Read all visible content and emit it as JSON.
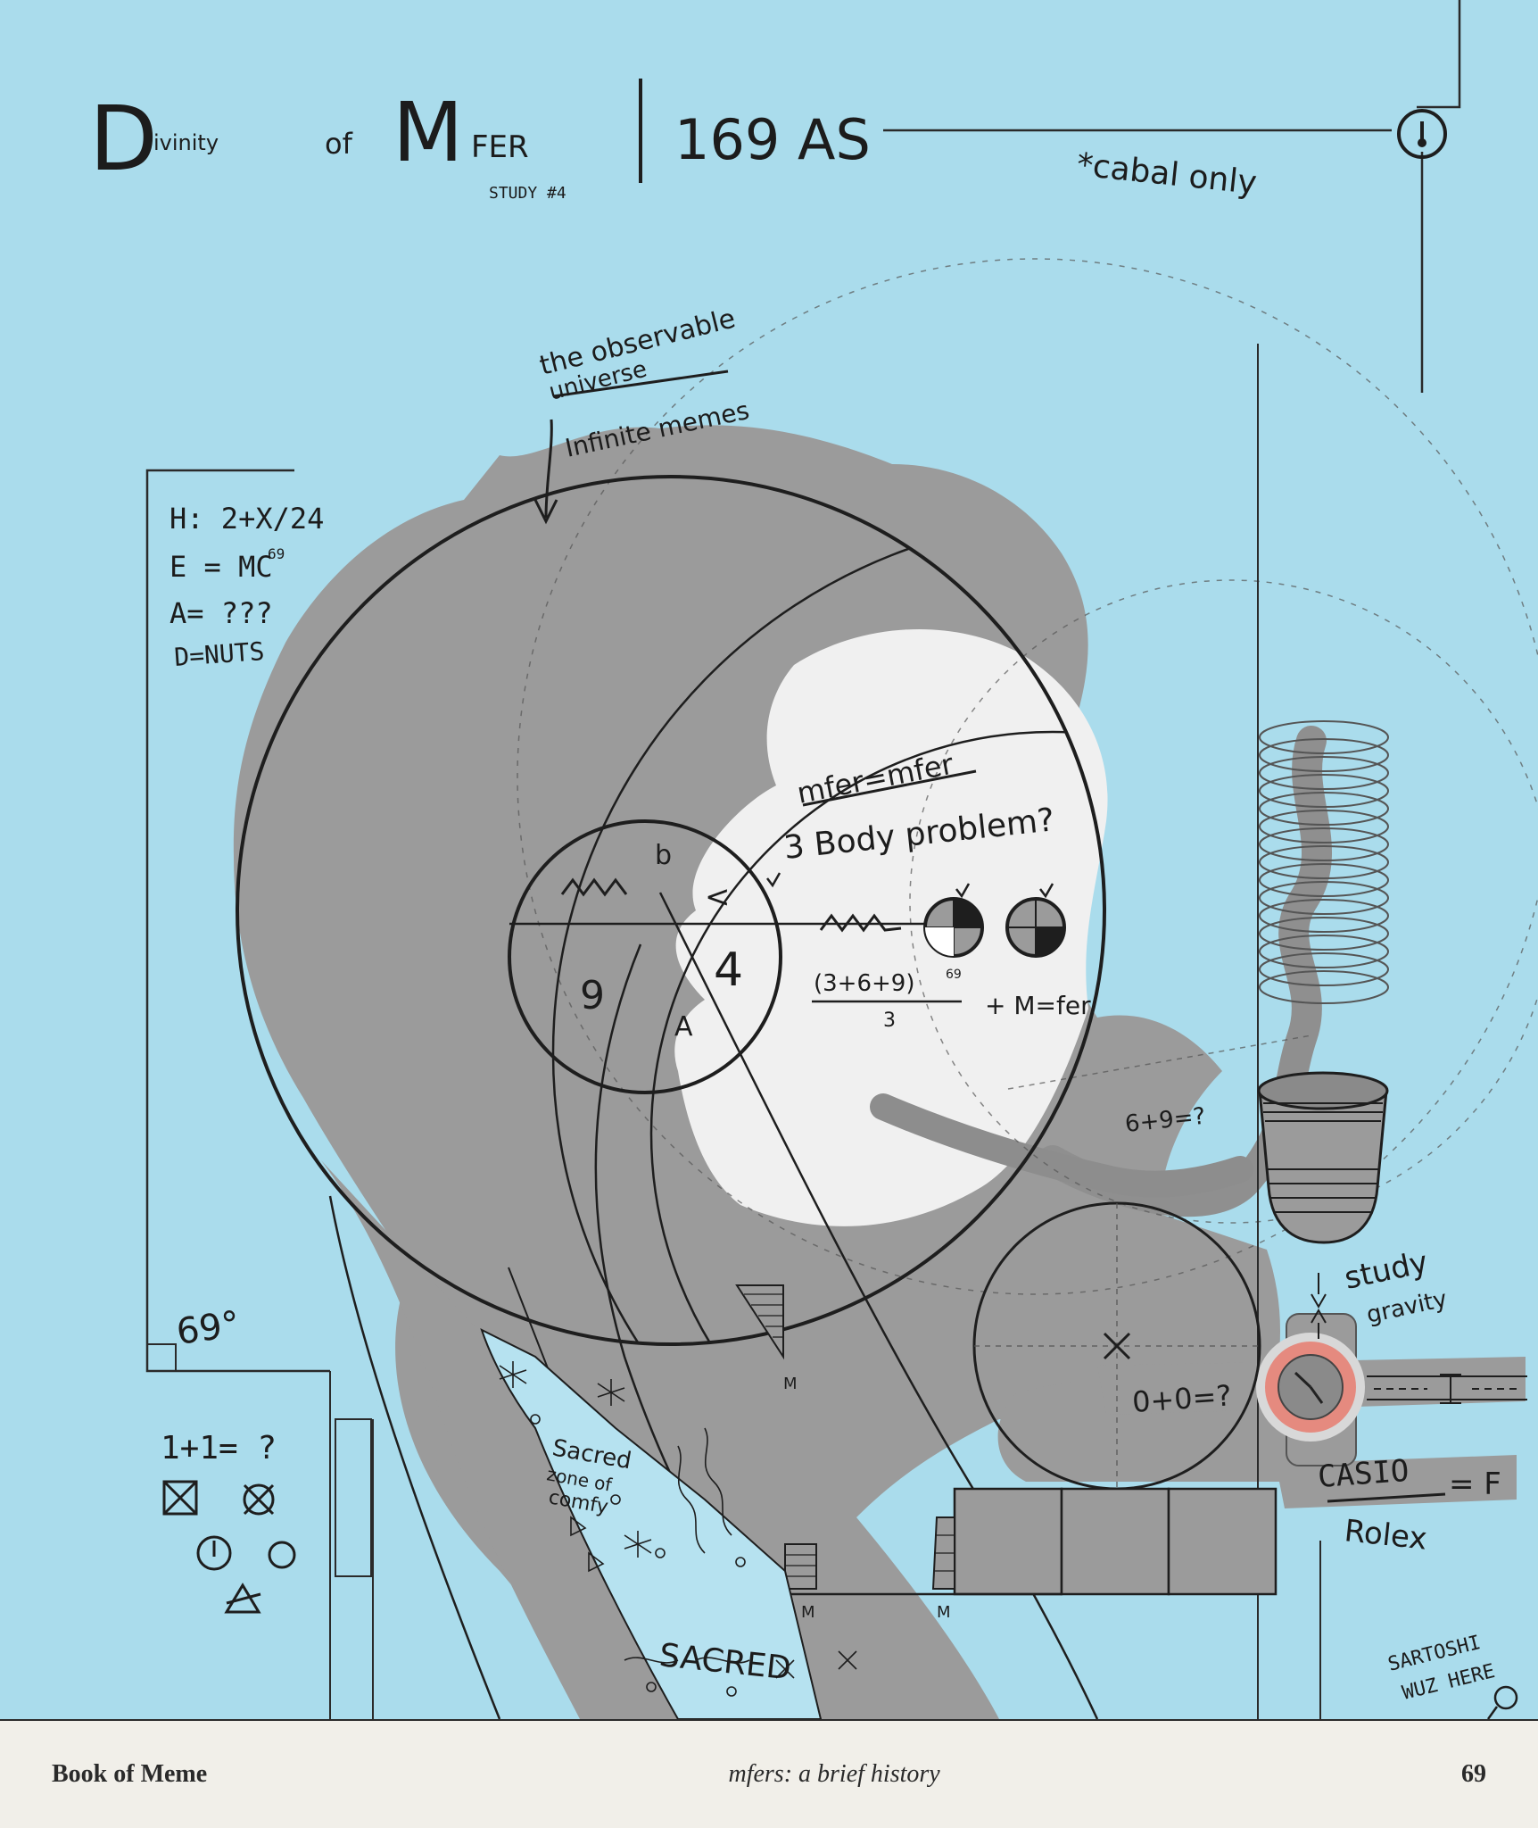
{
  "colors": {
    "background": "#aadcec",
    "head": "#9b9b9b",
    "face": "#f0f0f0",
    "ink": "#1c1c1c",
    "watch": "#e58a7f",
    "footer": "#f1efe9"
  },
  "header": {
    "title_initial": "D",
    "title_small": "ivinity",
    "title_of": "of",
    "title_m": "M",
    "title_fer": "FER",
    "study": "STUDY #4",
    "code": "169 AS",
    "cabal": "*cabal only"
  },
  "notes": {
    "observable_1": "the observable",
    "observable_2": "universe",
    "infinite": "Infinite memes",
    "eq_h": "H: 2+X/24",
    "eq_e": "E = MC",
    "eq_e_exp": "69",
    "eq_a": "A= ???",
    "eq_d": "D=NUTS",
    "angle": "69°",
    "one_plus_one": "1+1= ?",
    "mfer_eq": "mfer=mfer",
    "three_body": "3 Body problem?",
    "formula_num": "(3+6+9)",
    "formula_exp": "69",
    "formula_den": "3",
    "formula_rest": "+ M=fer",
    "six_nine": "6+9=?",
    "zero_zero": "0+0=?",
    "study_1": "study",
    "study_2": "gravity",
    "casio": "CASIO",
    "equals_f": "= F",
    "rolex": "Rolex",
    "sartoshi_1": "SARTOSHI",
    "sartoshi_2": "WUZ HERE",
    "sacred_zone_1": "Sacred",
    "sacred_zone_2": "zone of",
    "sacred_zone_3": "comfy",
    "sacred": "SACRED",
    "q_b": "b",
    "q_lt": "<",
    "q_9": "9",
    "q_4": "4",
    "q_a": "A",
    "m1": "M",
    "m2": "M",
    "m3": "M"
  },
  "footer": {
    "left": "Book of Meme",
    "center": "mfers: a brief history",
    "page_number": "69"
  }
}
